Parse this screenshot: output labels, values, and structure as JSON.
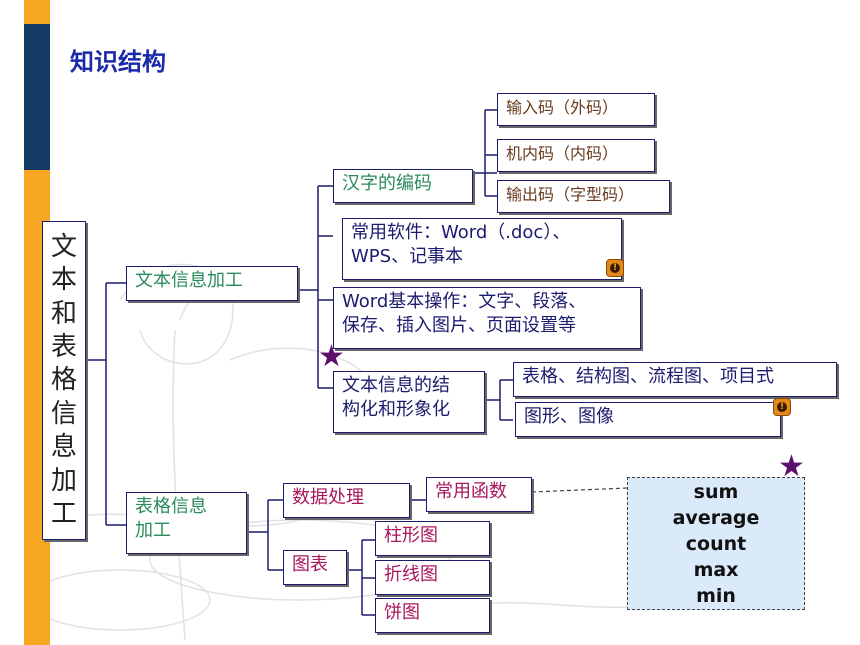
{
  "title": "知识结构",
  "root": {
    "chars": [
      "文",
      "本",
      "和",
      "表",
      "格",
      "信",
      "息",
      "加",
      "工"
    ]
  },
  "text_info": {
    "label": "文本信息加工",
    "encoding": {
      "label": "汉字的编码",
      "codes": [
        "输入码（外码）",
        "机内码（内码）",
        "输出码（字型码）"
      ]
    },
    "software": {
      "line1": "常用软件：Word（.doc）、",
      "line2": "WPS、记事本"
    },
    "word_ops": {
      "line1": "Word基本操作：文字、段落、",
      "line2": "保存、插入图片、页面设置等"
    },
    "structure": {
      "line1": "文本信息的结",
      "line2": "构化和形象化",
      "options": [
        "表格、结构图、流程图、项目式",
        "图形、图像"
      ]
    }
  },
  "table_info": {
    "line1": "表格信息",
    "line2": "加工",
    "data_proc": {
      "label": "数据处理",
      "funcs_label": "常用函数"
    },
    "chart": {
      "label": "图表",
      "types": [
        "柱形图",
        "折线图",
        "饼图"
      ]
    }
  },
  "functions": [
    "sum",
    "average",
    "count",
    "max",
    "min"
  ],
  "icons": {
    "star": "star-icon",
    "info": "info-icon"
  },
  "colors": {
    "accent_orange": "#f6a623",
    "navy": "#133a63",
    "title_blue": "#1a2aa8",
    "node_text": "#2b8b5a",
    "star": "#5b0f6b",
    "func_box": "#dbeafa"
  }
}
